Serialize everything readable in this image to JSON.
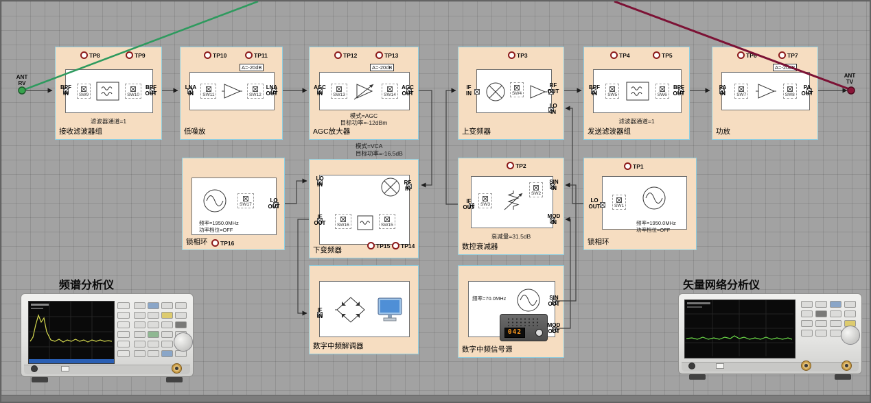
{
  "ant": {
    "rv": "ANT\nRV",
    "tv": "ANT\nTV"
  },
  "note_vca": "模式=VCA\n目标功率=-16.5dB",
  "blocks": {
    "rx_filter": {
      "caption": "接收滤波器组",
      "tp_a": "TP8",
      "tp_b": "TP9",
      "sw_a": "SW9",
      "sw_b": "SW10",
      "port_in": "BPF\nIN",
      "port_out": "BPF\nOUT",
      "param": "滤波器通道=1"
    },
    "lna": {
      "caption": "低噪放",
      "tp_a": "TP10",
      "tp_b": "TP11",
      "gain": "A=-20dB",
      "sw_a": "SW11",
      "sw_b": "SW12",
      "port_in": "LNA\nIN",
      "port_out": "LNA\nOUT"
    },
    "agc": {
      "caption": "AGC放大器",
      "tp_a": "TP12",
      "tp_b": "TP13",
      "gain": "A=-20dB",
      "sw_a": "SW13",
      "sw_b": "SW14",
      "port_in": "AGC\nIN",
      "port_out": "AGC\nOUT",
      "param1": "模式=AGC",
      "param2": "目标功率=-12dBm"
    },
    "upconv": {
      "caption": "上变频器",
      "tp_a": "TP3",
      "sw_a": "SW4",
      "port_in": "IF\nIN",
      "port_out": "RF\nOUT",
      "port_lo": "LO\nIN"
    },
    "tx_filter": {
      "caption": "发送滤波器组",
      "tp_a": "TP4",
      "tp_b": "TP5",
      "sw_a": "SW5",
      "sw_b": "SW6",
      "port_in": "BPF\nIN",
      "port_out": "BPF\nOUT",
      "param": "滤波器通道=1"
    },
    "pa": {
      "caption": "功放",
      "tp_a": "TP6",
      "tp_b": "TP7",
      "gain": "A=-20dB",
      "sw_a": "SW7",
      "sw_b": "SW8",
      "port_in": "PA\nIN",
      "port_out": "PA\nOUT"
    },
    "pll_left": {
      "caption": "锁相环",
      "tp_a": "TP16",
      "sw_a": "SW17",
      "port_out": "LO\nOUT",
      "param1": "频率=1950.0MHz",
      "param2": "功率档位=OFF"
    },
    "downconv": {
      "caption": "下变频器",
      "tp_a": "TP15",
      "tp_b": "TP14",
      "sw_a": "SW16",
      "sw_b": "SW15",
      "port_lo": "LO\nIN",
      "port_if": "IF\nOUT",
      "port_rf": "RF\nIN"
    },
    "atten": {
      "caption": "数控衰减器",
      "tp_a": "TP2",
      "sw_a": "SW3",
      "sw_b": "SW2",
      "port_if": "IF\nOUT",
      "port_sin": "SIN\nIN",
      "port_mod": "MOD\nIN",
      "param": "衰减量=31.5dB"
    },
    "pll_right": {
      "caption": "锁相环",
      "tp_a": "TP1",
      "sw_a": "SW1",
      "port_out": "LO\nOUT",
      "param1": "频率=1950.0MHz",
      "param2": "功率档位=OFF"
    },
    "demod": {
      "caption": "数字中频解调器",
      "port_in": "IF\nIN"
    },
    "sigsrc": {
      "caption": "数字中频信号源",
      "param": "频率=70.0MHz",
      "port_sin": "SIN\nOUT",
      "port_mod": "MOD\nOUT",
      "display": "042"
    }
  },
  "instruments": {
    "spectrum": {
      "label": "频谱分析仪"
    },
    "vna": {
      "label": "矢量网络分析仪"
    }
  },
  "colors": {
    "block_fill": "#f6ddc1",
    "block_border": "#8ecfe2",
    "wire": "#3f3f3f",
    "rx_line": "#2e9a5e",
    "tx_line": "#7c1235",
    "tp_ring": "#8c1a1a"
  }
}
